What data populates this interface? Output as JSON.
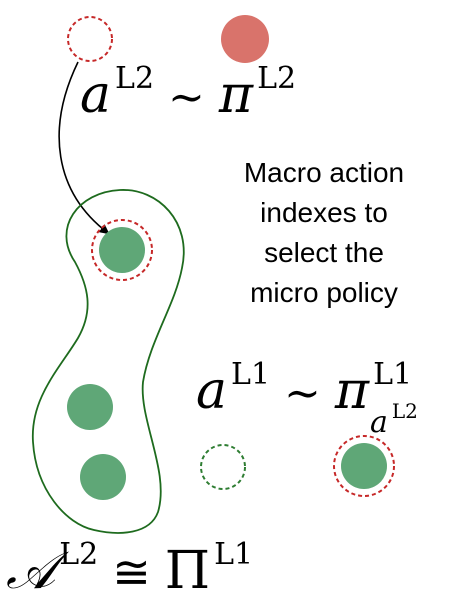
{
  "colors": {
    "background": "#ffffff",
    "red_fill": "#d9736b",
    "red_dashed": "#c62828",
    "green_fill": "#5fa777",
    "green_dashed": "#2e7d32",
    "green_outline": "#1e6b1e",
    "arrow": "#000000",
    "text": "#000000"
  },
  "top_formula": {
    "a": "a",
    "a_sup": "L2",
    "rel": "∼",
    "pi": "π",
    "pi_sup": "L2"
  },
  "caption": {
    "lines": [
      "Macro action",
      "indexes to",
      "select the",
      "micro policy"
    ]
  },
  "mid_formula": {
    "a": "a",
    "a_sup": "L1",
    "rel": "∼",
    "pi": "π",
    "pi_sup": "L1",
    "pi_sub_a": "a",
    "pi_sub_sup": "L2"
  },
  "bottom_formula": {
    "script_a": "𝒜",
    "script_a_sup": "L2",
    "rel": "≅",
    "big_pi": "Π",
    "big_pi_sup": "L1"
  }
}
